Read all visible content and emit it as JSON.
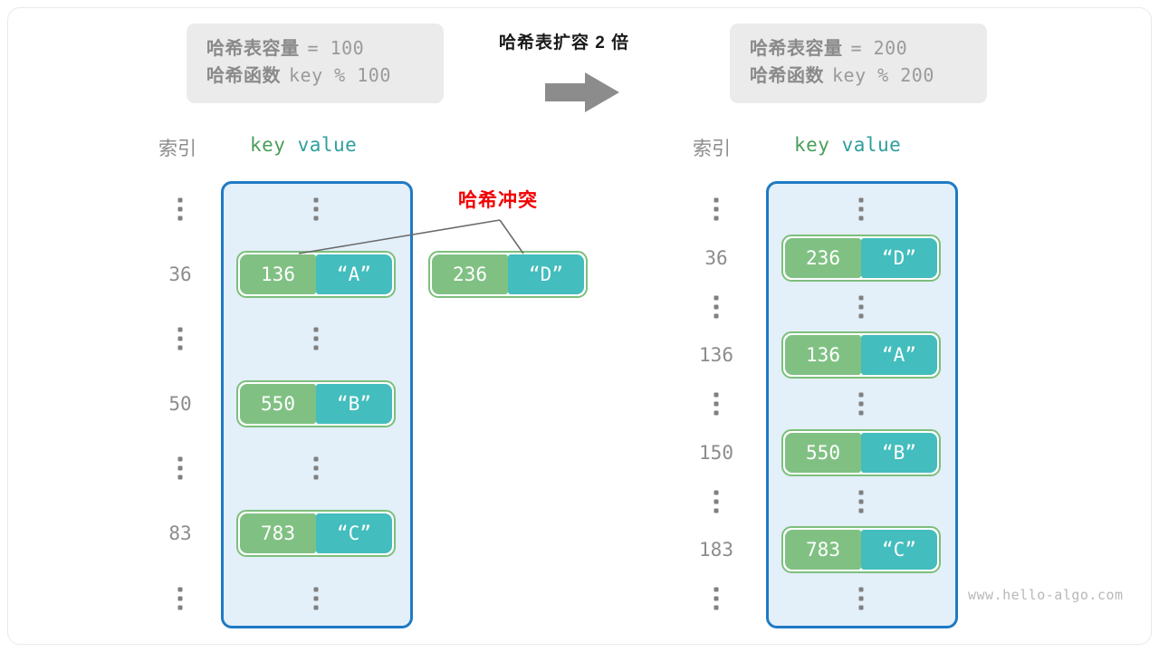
{
  "frame": {
    "watermark": "www.hello-algo.com"
  },
  "transition": {
    "caption": "哈希表扩容 2 倍",
    "arrow_icon": "right-arrow-icon"
  },
  "before": {
    "info": {
      "capacity_label": "哈希表容量",
      "capacity_value": "= 100",
      "function_label": "哈希函数",
      "function_value": "key % 100"
    },
    "headers": {
      "index": "索引",
      "key": "key",
      "value": "value"
    },
    "rows": [
      {
        "type": "ellipsis",
        "index": "",
        "key": "",
        "value": ""
      },
      {
        "type": "entry",
        "index": "36",
        "key": "136",
        "value": "“A”"
      },
      {
        "type": "ellipsis",
        "index": "",
        "key": "",
        "value": ""
      },
      {
        "type": "entry",
        "index": "50",
        "key": "550",
        "value": "“B”"
      },
      {
        "type": "ellipsis",
        "index": "",
        "key": "",
        "value": ""
      },
      {
        "type": "entry",
        "index": "83",
        "key": "783",
        "value": "“C”"
      },
      {
        "type": "ellipsis",
        "index": "",
        "key": "",
        "value": ""
      }
    ],
    "collision": {
      "label": "哈希冲突",
      "detached_entry": {
        "key": "236",
        "value": "“D”"
      }
    }
  },
  "after": {
    "info": {
      "capacity_label": "哈希表容量",
      "capacity_value": "= 200",
      "function_label": "哈希函数",
      "function_value": "key % 200"
    },
    "headers": {
      "index": "索引",
      "key": "key",
      "value": "value"
    },
    "rows": [
      {
        "type": "ellipsis",
        "index": "",
        "key": "",
        "value": ""
      },
      {
        "type": "entry",
        "index": "36",
        "key": "236",
        "value": "“D”"
      },
      {
        "type": "ellipsis",
        "index": "",
        "key": "",
        "value": ""
      },
      {
        "type": "entry",
        "index": "136",
        "key": "136",
        "value": "“A”"
      },
      {
        "type": "ellipsis",
        "index": "",
        "key": "",
        "value": ""
      },
      {
        "type": "entry",
        "index": "150",
        "key": "550",
        "value": "“B”"
      },
      {
        "type": "ellipsis",
        "index": "",
        "key": "",
        "value": ""
      },
      {
        "type": "entry",
        "index": "183",
        "key": "783",
        "value": "“C”"
      },
      {
        "type": "ellipsis",
        "index": "",
        "key": "",
        "value": ""
      }
    ]
  },
  "colors": {
    "key_fill": "#80c183",
    "value_fill": "#43bdbd",
    "bucket_border": "#1f7ac4",
    "bucket_fill": "#e3eff9",
    "collision_text": "#f10000",
    "info_box": "#ebebeb"
  }
}
